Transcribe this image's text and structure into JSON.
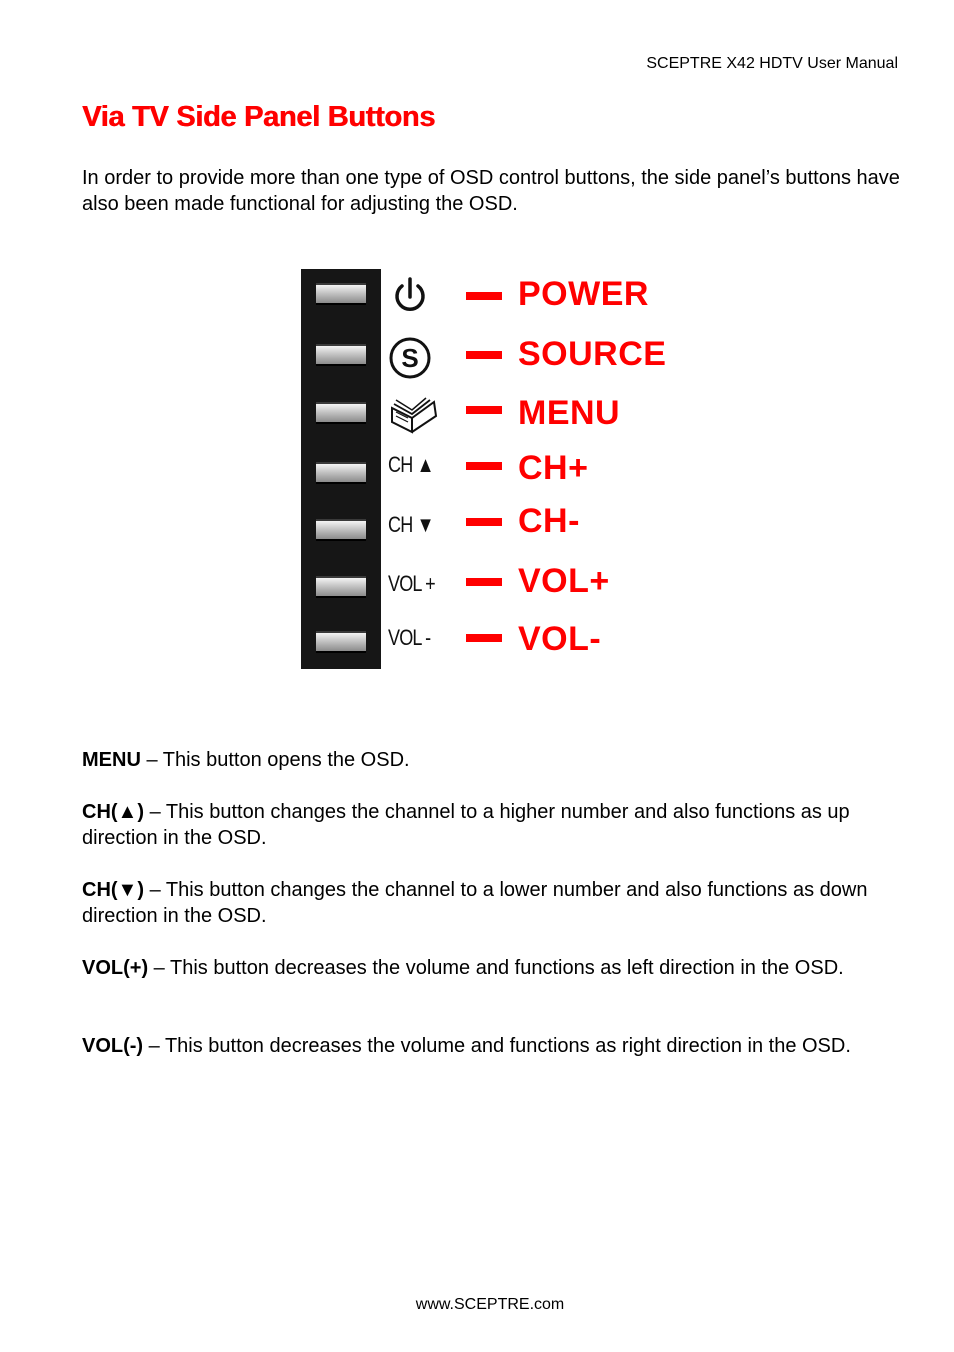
{
  "header": {
    "text": "SCEPTRE X42 HDTV User Manual"
  },
  "section_title": "Via TV Side Panel Buttons",
  "intro": "In order to provide more than one type of OSD control buttons, the side panel’s buttons have also been made functional for adjusting the OSD.",
  "diagram": {
    "icons": {
      "power": "power-icon",
      "source": "source-s-icon",
      "menu": "open-book-icon",
      "ch_up": "CH ▲",
      "ch_down": "CH ▼",
      "vol_up": "VOL +",
      "vol_down": "VOL -"
    },
    "labels": {
      "power": "POWER",
      "source": "SOURCE",
      "menu": "MENU",
      "ch_up": "CH+",
      "ch_down": "CH-",
      "vol_up": "VOL+",
      "vol_down": "VOL-"
    },
    "accent_color": "#ff0000",
    "panel_color": "#161616"
  },
  "descriptions": {
    "menu": {
      "term": "MENU",
      "text": " – This button opens the OSD."
    },
    "ch_up": {
      "term": "CH(▲)",
      "text": " – This button changes the channel to a higher number and also functions as up direction in the OSD."
    },
    "ch_down": {
      "term": "CH(▼)",
      "text": " – This button changes the channel to a lower number and also functions as down direction in the OSD."
    },
    "vol_up": {
      "term": "VOL(+)",
      "text": " – This button decreases the volume and functions as left direction in the OSD."
    },
    "vol_down": {
      "term": "VOL(-)",
      "text": " – This button decreases the volume and functions as right direction in the OSD."
    }
  },
  "footer": {
    "text": "www.SCEPTRE.com"
  }
}
